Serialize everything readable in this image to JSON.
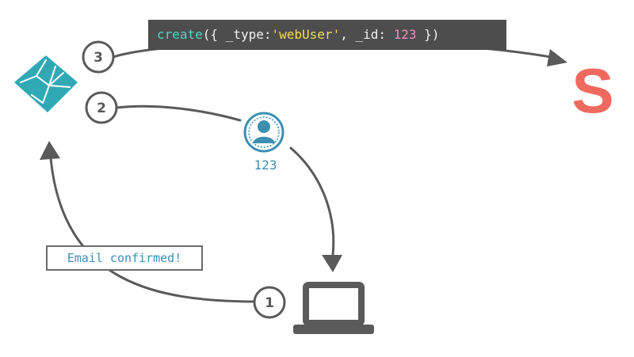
{
  "code_call": {
    "fn": "create",
    "open": "({ _type:",
    "type_value": "'webUser'",
    "mid": ", _id: ",
    "id_value": "123",
    "close": " })"
  },
  "user": {
    "id": "123"
  },
  "email_note": "Email confirmed!",
  "steps": {
    "one": "1",
    "two": "2",
    "three": "3"
  },
  "sanity_logo_letter": "S",
  "colors": {
    "arrow": "#5a5a5a",
    "netlify_teal": "#30a9b5",
    "sanity_red": "#f0695e",
    "user_blue": "#3c8fb0",
    "code_bg": "#4d4d4d"
  },
  "icons": [
    "netlify-logo-icon",
    "sanity-logo-icon",
    "user-avatar-icon",
    "laptop-icon"
  ]
}
